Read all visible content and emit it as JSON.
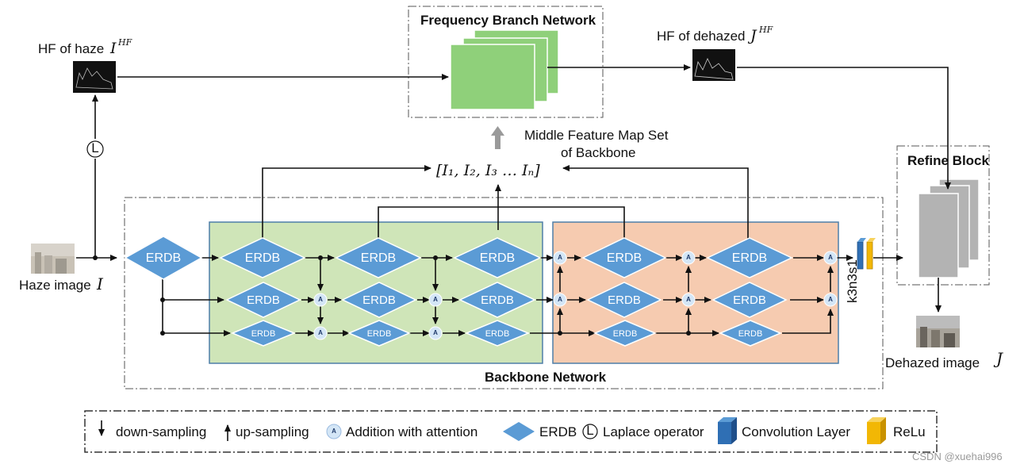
{
  "labels": {
    "frequency_branch": "Frequency Branch Network",
    "hf_haze": "HF of haze",
    "hf_haze_sym": "I",
    "hf_sup": "HF",
    "hf_dehazed": "HF of dehazed",
    "hf_dehazed_sym": "J",
    "middle_feature_line1": "Middle Feature Map Set",
    "middle_feature_line2": "of Backbone",
    "feature_set": "[I₁, I₂, I₃  …  Iₙ]",
    "refine_block": "Refine Block",
    "haze_image": "Haze image",
    "haze_image_sym": "I",
    "dehazed_image": "Dehazed image",
    "dehazed_image_sym": "J",
    "backbone_network": "Backbone Network",
    "conv_label": "k3n3s1",
    "laplace_symbol": "L",
    "addition_symbol": "A",
    "erdb": "ERDB"
  },
  "legend": {
    "down_sampling": "down-sampling",
    "up_sampling": "up-sampling",
    "addition": "Addition with attention",
    "erdb": "ERDB",
    "laplace": "Laplace operator",
    "conv": "Convolution Layer",
    "relu": "ReLu"
  },
  "watermark": "CSDN @xuehai996",
  "colors": {
    "erdb_fill": "#5b9bd5",
    "green_region": "#cfe5b8",
    "orange_region": "#f6cbb0",
    "region_border": "#4f7fa8",
    "feature_map": "#8fd07a",
    "refine_map": "#b3b3b3",
    "conv": "#2f6fb4",
    "relu": "#f2b705"
  }
}
